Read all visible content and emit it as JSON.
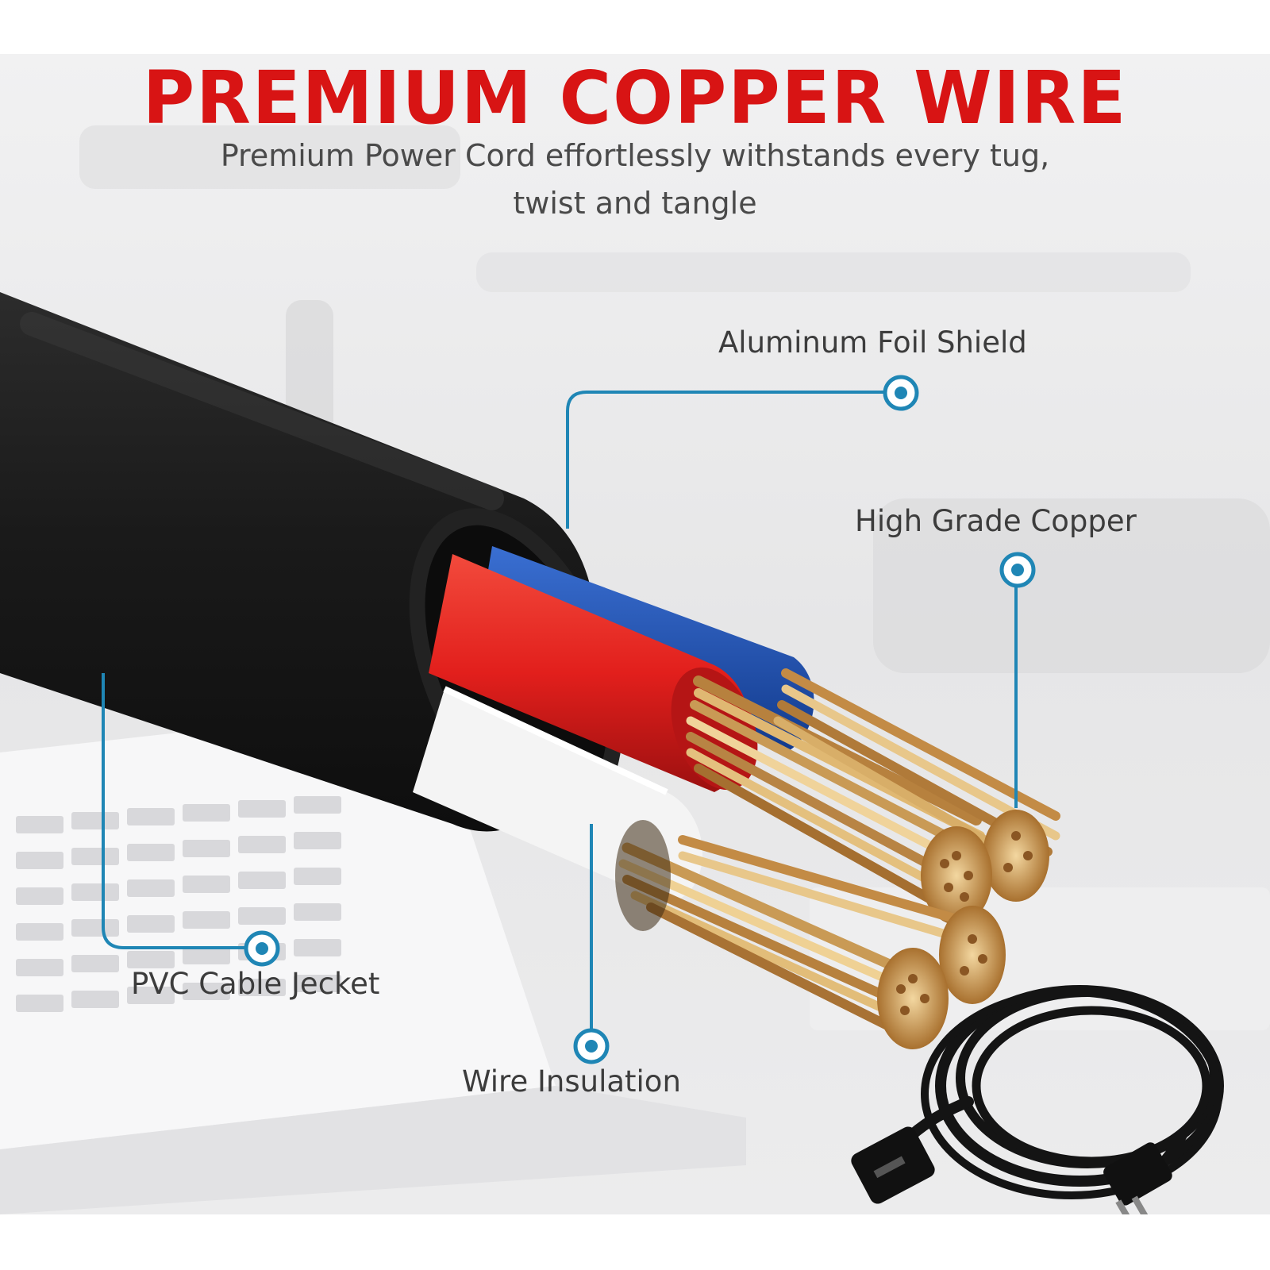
{
  "header": {
    "title": "PREMIUM COPPER WIRE",
    "subtitle_line1": "Premium Power Cord effortlessly withstands every tug,",
    "subtitle_line2": "twist and tangle"
  },
  "callouts": {
    "foil": "Aluminum Foil Shield",
    "copper": "High Grade Copper",
    "jacket": "PVC Cable Jecket",
    "insulation": "Wire Insulation"
  },
  "colors": {
    "title": "#d81414",
    "callout_line": "#1f86b5",
    "jacket": "#1b1b1b",
    "red_wire": "#e0221f",
    "blue_wire": "#1a4fb3",
    "copper": "#c99a55"
  }
}
